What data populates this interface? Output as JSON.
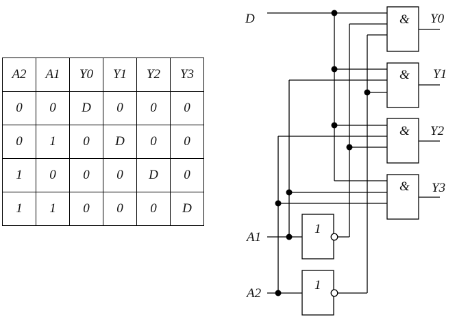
{
  "truth_table": {
    "headers": [
      "A2",
      "A1",
      "Y0",
      "Y1",
      "Y2",
      "Y3"
    ],
    "rows": [
      [
        "0",
        "0",
        "D",
        "0",
        "0",
        "0"
      ],
      [
        "0",
        "1",
        "0",
        "D",
        "0",
        "0"
      ],
      [
        "1",
        "0",
        "0",
        "0",
        "D",
        "0"
      ],
      [
        "1",
        "1",
        "0",
        "0",
        "0",
        "D"
      ]
    ]
  },
  "circuit": {
    "inputs": {
      "data": "D",
      "a1": "A1",
      "a2": "A2"
    },
    "and_gates": [
      {
        "symbol": "&",
        "output": "Y0"
      },
      {
        "symbol": "&",
        "output": "Y1"
      },
      {
        "symbol": "&",
        "output": "Y2"
      },
      {
        "symbol": "&",
        "output": "Y3"
      }
    ],
    "not_gates": [
      {
        "symbol": "1",
        "input": "A1"
      },
      {
        "symbol": "1",
        "input": "A2"
      }
    ]
  }
}
